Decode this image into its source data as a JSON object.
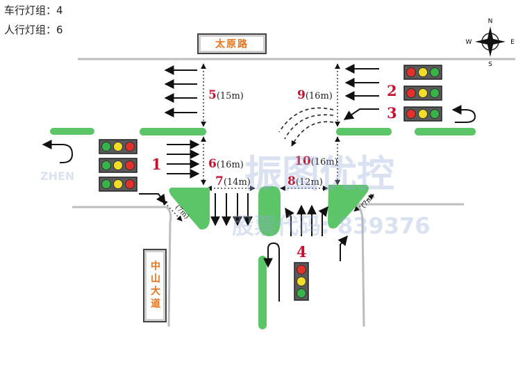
{
  "header": {
    "vehicle_groups": "车行灯组：4",
    "pedestrian_groups": "人行灯组：6"
  },
  "streets": {
    "top_name": "太原路",
    "bottom_name": "中山大道"
  },
  "compass": {
    "n": "N",
    "s": "S",
    "e": "E",
    "w": "W"
  },
  "signal_groups": [
    {
      "id": "1",
      "label": "1"
    },
    {
      "id": "2",
      "label": "2"
    },
    {
      "id": "3",
      "label": "3"
    },
    {
      "id": "4",
      "label": "4"
    }
  ],
  "crosswalks": [
    {
      "num": "5",
      "length": "(15m)"
    },
    {
      "num": "6",
      "length": "(16m)"
    },
    {
      "num": "7",
      "length": "(14m)"
    },
    {
      "num": "8",
      "length": "(12m)"
    },
    {
      "num": "9",
      "length": "(16m)"
    },
    {
      "num": "10",
      "length": "(16m)"
    },
    {
      "num": "",
      "length": "(7m)"
    },
    {
      "num": "",
      "length": "(7m)"
    }
  ],
  "watermark": {
    "brand": "振图优控",
    "brand_latin": "ZHEN",
    "code": "股票代码: 839376"
  },
  "colors": {
    "island": "#5cc567",
    "signal_red": "#e0312b",
    "signal_yellow": "#f2dc2a",
    "signal_green": "#37b34a",
    "label_red": "#c8102e",
    "sign_text": "#e8731a"
  }
}
